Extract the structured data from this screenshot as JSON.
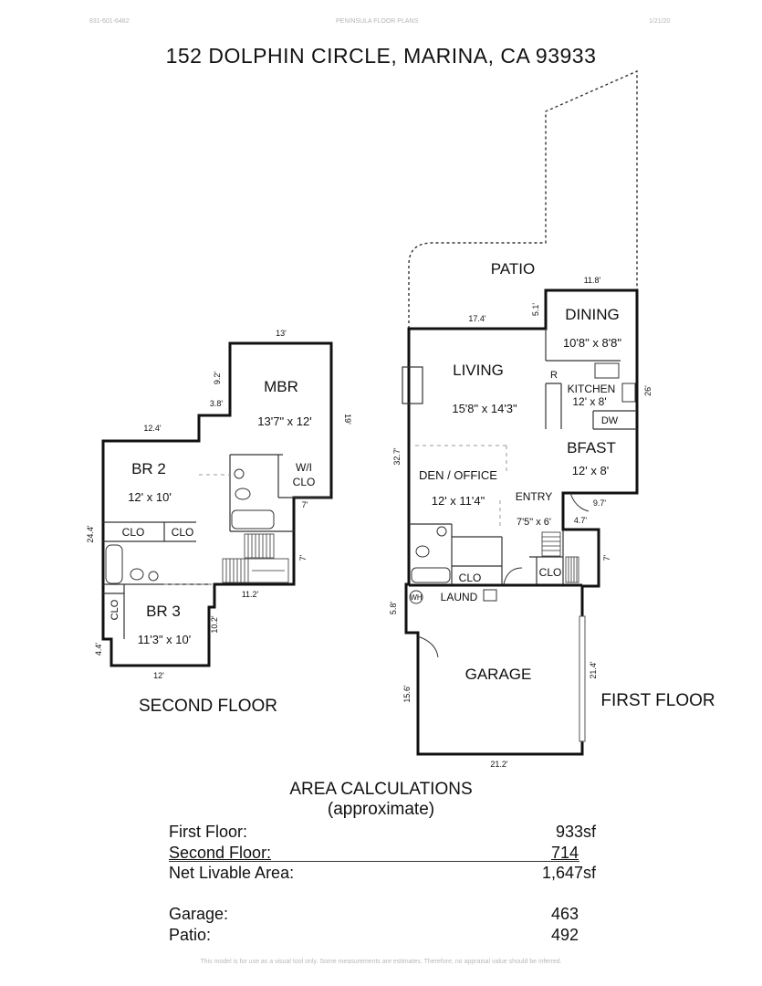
{
  "header": {
    "phone": "831-601-6482",
    "company": "PENINSULA FLOOR PLANS",
    "date": "1/21/20"
  },
  "title": "152 DOLPHIN CIRCLE, MARINA, CA  93933",
  "second_floor": {
    "label": "SECOND FLOOR",
    "rooms": {
      "mbr": "MBR",
      "mbr_size": "13'7\" x 12'",
      "br2": "BR 2",
      "br2_size": "12' x 10'",
      "br3": "BR 3",
      "br3_size": "11'3\" x 10'",
      "wi_clo_1": "W/I",
      "wi_clo_2": "CLO",
      "clo_a": "CLO",
      "clo_b": "CLO",
      "clo_c": "CLO"
    },
    "dims": {
      "d13": "13'",
      "d9_2": "9.2'",
      "d3_8": "3.8'",
      "d19": "19'",
      "d12_4": "12.4'",
      "d24_4": "24.4'",
      "d7a": "7'",
      "d7b": "7'",
      "d11_2": "11.2'",
      "d10_2": "10.2'",
      "d4_4": "4.4'",
      "d12": "12'"
    }
  },
  "first_floor": {
    "label": "FIRST FLOOR",
    "rooms": {
      "patio": "PATIO",
      "dining": "DINING",
      "dining_size": "10'8\" x 8'8\"",
      "living": "LIVING",
      "living_size": "15'8\" x 14'3\"",
      "kitchen": "KITCHEN",
      "kitchen_size": "12' x 8'",
      "r": "R",
      "dw": "DW",
      "bfast": "BFAST",
      "bfast_size": "12' x 8'",
      "den": "DEN / OFFICE",
      "den_size": "12' x 11'4\"",
      "entry": "ENTRY",
      "entry_size": "7'5\" x 6'",
      "clo_a": "CLO",
      "clo_b": "CLO",
      "wh": "WH",
      "laund": "LAUND",
      "garage": "GARAGE"
    },
    "dims": {
      "d11_8": "11.8'",
      "d17_4": "17.4'",
      "d5_1": "5.1'",
      "d26": "26'",
      "d32_7": "32.7'",
      "d9_7": "9.7'",
      "d4_7": "4.7'",
      "d7": "7'",
      "d5_8": "5.8'",
      "d21_4": "21.4'",
      "d15_6": "15.6'",
      "d21_2": "21.2'"
    }
  },
  "area": {
    "title": "AREA CALCULATIONS",
    "subtitle": "(approximate)",
    "rows": [
      {
        "label": "First  Floor:",
        "value": "933sf"
      },
      {
        "label": "Second Floor:",
        "value": "714"
      },
      {
        "label": "Net Livable Area:",
        "value": "1,647sf"
      },
      {
        "label": "Garage:",
        "value": "463"
      },
      {
        "label": "Patio:",
        "value": "492"
      }
    ]
  },
  "footer": "This model is for use as a visual tool only.  Some measurements are estimates.  Therefore, no appraisal value should be inferred."
}
